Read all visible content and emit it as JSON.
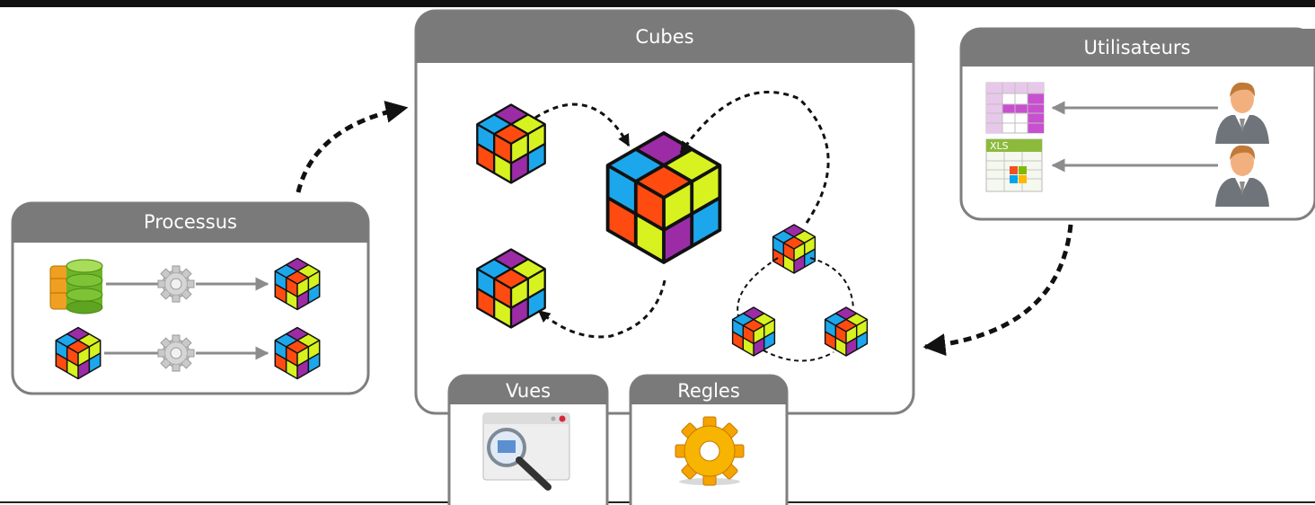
{
  "panels": {
    "cubes": {
      "title": "Cubes"
    },
    "utilisateurs": {
      "title": "Utilisateurs"
    },
    "processus": {
      "title": "Processus"
    },
    "vues": {
      "title": "Vues"
    },
    "regles": {
      "title": "Regles"
    }
  },
  "icons": {
    "xls_label": "XLS"
  },
  "colors": {
    "panel_header": "#7a7a7a",
    "panel_border": "#7f7f7f",
    "cube_purple": "#9b2ca6",
    "cube_lime": "#d7f21e",
    "cube_orange": "#ff4b10",
    "cube_blue": "#1ca7ec",
    "arrow": "#111111",
    "connector": "#8c8c8c",
    "gear_gold": "#f5a300"
  }
}
